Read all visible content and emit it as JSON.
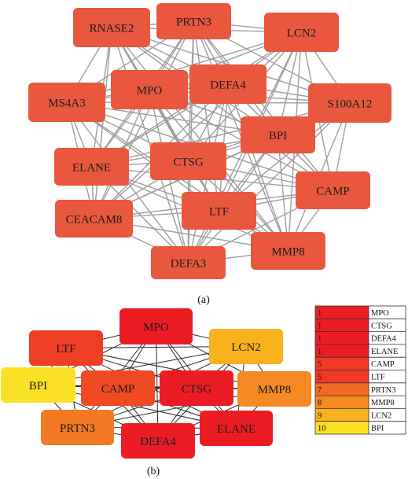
{
  "panel_a": {
    "caption": "(a)",
    "node_color": "#e8573e",
    "edge_color": "#9e9e9e",
    "nodes": [
      {
        "id": "RNASE2",
        "label": "RNASE2"
      },
      {
        "id": "PRTN3",
        "label": "PRTN3"
      },
      {
        "id": "LCN2",
        "label": "LCN2"
      },
      {
        "id": "MS4A3",
        "label": "MS4A3"
      },
      {
        "id": "MPO",
        "label": "MPO"
      },
      {
        "id": "DEFA4",
        "label": "DEFA4"
      },
      {
        "id": "S100A12",
        "label": "S100A12"
      },
      {
        "id": "BPI",
        "label": "BPI"
      },
      {
        "id": "ELANE",
        "label": "ELANE"
      },
      {
        "id": "CTSG",
        "label": "CTSG"
      },
      {
        "id": "CAMP",
        "label": "CAMP"
      },
      {
        "id": "CEACAM8",
        "label": "CEACAM8"
      },
      {
        "id": "LTF",
        "label": "LTF"
      },
      {
        "id": "DEFA3",
        "label": "DEFA3"
      },
      {
        "id": "MMP8",
        "label": "MMP8"
      }
    ]
  },
  "panel_b": {
    "caption": "(b)",
    "edge_color": "#2b2b2b",
    "nodes": [
      {
        "id": "MPO",
        "label": "MPO",
        "color": "#ec1c24"
      },
      {
        "id": "LTF",
        "label": "LTF",
        "color": "#ee3e26"
      },
      {
        "id": "LCN2",
        "label": "LCN2",
        "color": "#f7b21c"
      },
      {
        "id": "BPI",
        "label": "BPI",
        "color": "#fbe125"
      },
      {
        "id": "CAMP",
        "label": "CAMP",
        "color": "#f04a23"
      },
      {
        "id": "CTSG",
        "label": "CTSG",
        "color": "#ec1c24"
      },
      {
        "id": "MMP8",
        "label": "MMP8",
        "color": "#f58a22"
      },
      {
        "id": "PRTN3",
        "label": "PRTN3",
        "color": "#f37a22"
      },
      {
        "id": "DEFA4",
        "label": "DEFA4",
        "color": "#ec1c24"
      },
      {
        "id": "ELANE",
        "label": "ELANE",
        "color": "#ec1c24"
      }
    ],
    "legend": [
      {
        "rank": "1",
        "gene": "MPO",
        "color": "#ec1c24"
      },
      {
        "rank": "1",
        "gene": "CTSG",
        "color": "#ec1c24"
      },
      {
        "rank": "1",
        "gene": "DEFA4",
        "color": "#ec1c24"
      },
      {
        "rank": "1",
        "gene": "ELANE",
        "color": "#ec1c24"
      },
      {
        "rank": "5",
        "gene": "CAMP",
        "color": "#ee3a26"
      },
      {
        "rank": "5",
        "gene": "LTF",
        "color": "#ee3a26"
      },
      {
        "rank": "7",
        "gene": "PRTN3",
        "color": "#f26a23"
      },
      {
        "rank": "8",
        "gene": "MMP8",
        "color": "#f58a22"
      },
      {
        "rank": "9",
        "gene": "LCN2",
        "color": "#f7b21c"
      },
      {
        "rank": "10",
        "gene": "BPI",
        "color": "#fbe125"
      }
    ]
  }
}
